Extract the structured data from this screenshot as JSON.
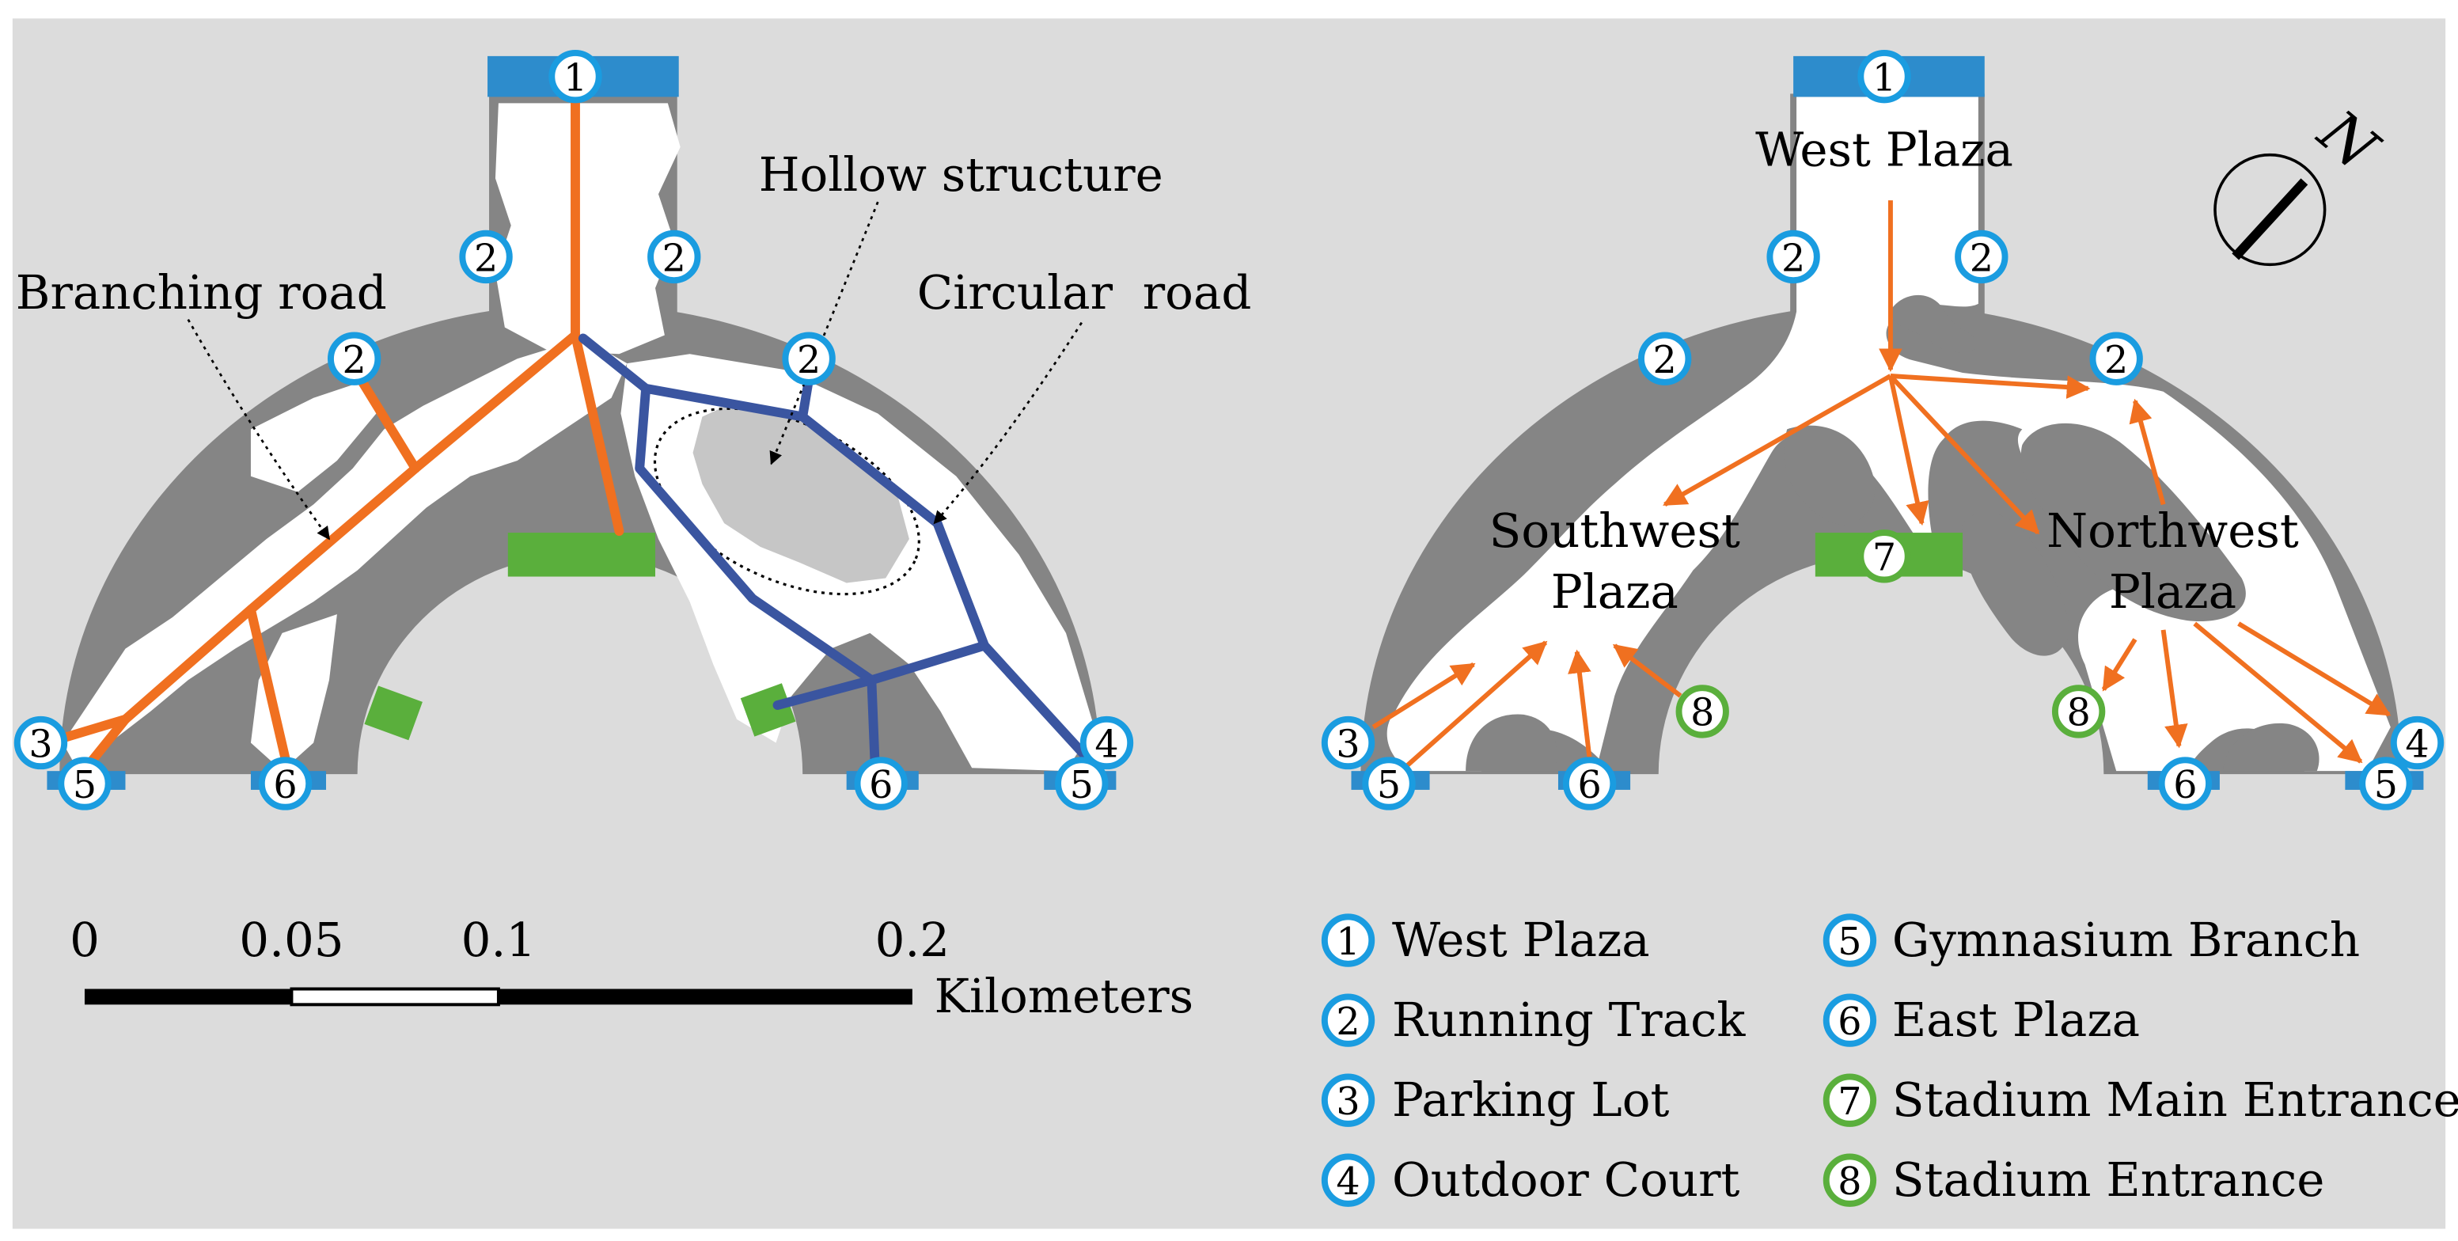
{
  "left_map": {
    "annotations": {
      "hollow": "Hollow structure",
      "branching": "Branching road",
      "circular": "Circular  road"
    },
    "node_labels": {
      "n1": "1",
      "n2": "2",
      "n3": "3",
      "n4": "4",
      "n5": "5",
      "n6": "6"
    }
  },
  "right_map": {
    "places": {
      "west_plaza": "West Plaza",
      "southwest_1": "Southwest",
      "southwest_2": "Plaza",
      "northwest_1": "Northwest",
      "northwest_2": "Plaza"
    },
    "node_labels": {
      "n1": "1",
      "n2": "2",
      "n3": "3",
      "n4": "4",
      "n5": "5",
      "n6": "6",
      "n7": "7",
      "n8": "8"
    },
    "compass_label": "N"
  },
  "scale_bar": {
    "ticks": [
      "0",
      "0.05",
      "0.1",
      "0.2"
    ],
    "unit": "Kilometers"
  },
  "legend": [
    {
      "num": "1",
      "label": "West Plaza",
      "color": "#1a9ce0"
    },
    {
      "num": "2",
      "label": "Running Track",
      "color": "#1a9ce0"
    },
    {
      "num": "3",
      "label": "Parking Lot",
      "color": "#1a9ce0"
    },
    {
      "num": "4",
      "label": "Outdoor Court",
      "color": "#1a9ce0"
    },
    {
      "num": "5",
      "label": "Gymnasium Branch",
      "color": "#1a9ce0"
    },
    {
      "num": "6",
      "label": "East Plaza",
      "color": "#1a9ce0"
    },
    {
      "num": "7",
      "label": "Stadium Main Entrance",
      "color": "#5aaf3c"
    },
    {
      "num": "8",
      "label": "Stadium Entrance",
      "color": "#5aaf3c"
    }
  ],
  "colors": {
    "background": "#dcdcdc",
    "building": "#858585",
    "hollow": "#c6c6c6",
    "orange_road": "#f07020",
    "blue_road": "#3a55a0",
    "blue_node": "#1a9ce0",
    "green_node": "#5aaf3c",
    "green_entrance": "#5aaf3c",
    "gate_blue": "#2d8ccc"
  }
}
